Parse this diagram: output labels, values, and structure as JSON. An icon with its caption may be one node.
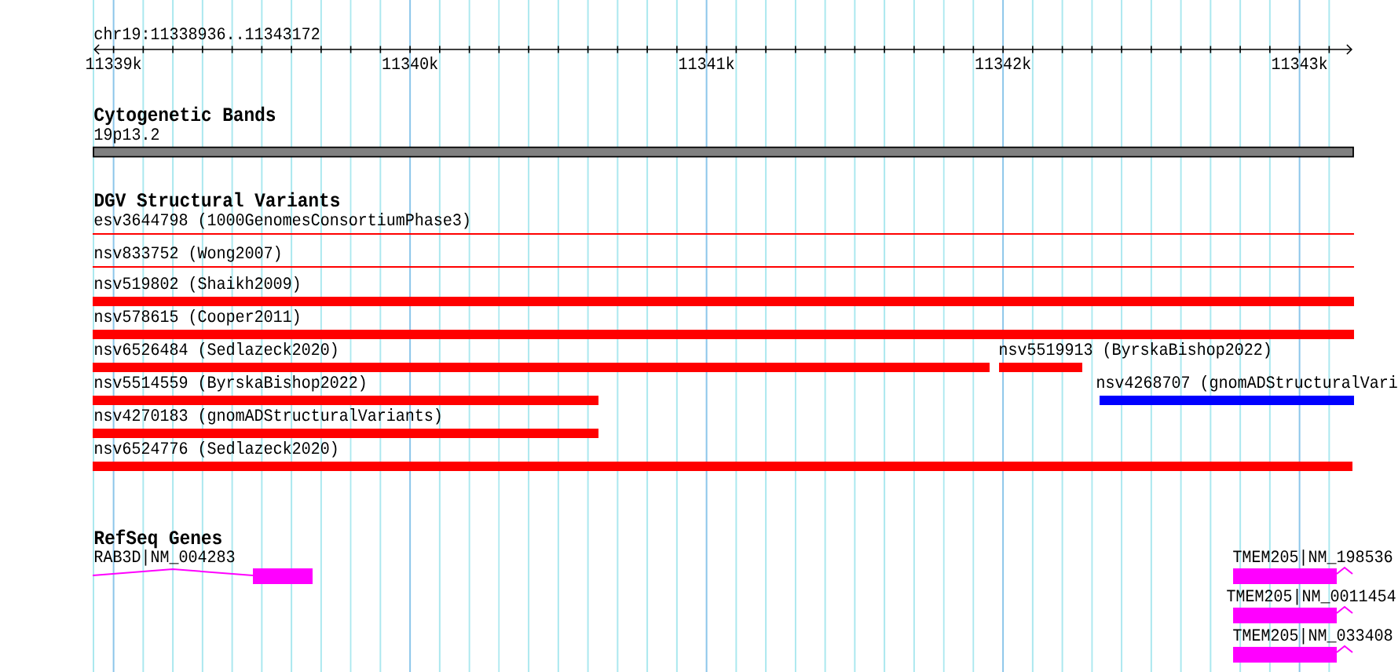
{
  "diagram": {
    "nodes": [
      {
        "text": [
          "19p13.2"
        ]
      },
      {
        "text": [
          "esv3644798 (1000GenomesConsortiumPhase3)"
        ]
      },
      {
        "text": [
          "nsv833752 (Wong2007)"
        ]
      },
      {
        "text": [
          "nsv519802 (Shaikh2009)"
        ]
      },
      {
        "text": [
          "nsv578615 (Cooper2011)"
        ]
      },
      {
        "text": [
          "nsv6526484 (Sedlazeck2020)"
        ]
      },
      {
        "text": [
          "nsv5519913 (ByrskaBishop2022)"
        ]
      },
      {
        "text": [
          "nsv5514559 (ByrskaBishop2022)"
        ]
      },
      {
        "text": [
          "nsv4268707 (gnomADStructuralVari"
        ]
      },
      {
        "text": [
          "nsv4270183 (gnomADStructuralVariants)"
        ]
      },
      {
        "text": [
          "nsv6524776 (Sedlazeck2020)"
        ]
      },
      {
        "text": [
          "RAB3D|NM_004283"
        ]
      },
      {
        "text": [
          "TMEM205|NM_198536"
        ]
      },
      {
        "text": [
          "TMEM205|NM_0011454"
        ]
      },
      {
        "text": [
          "TMEM205|NM_033408"
        ]
      }
    ],
    "labels": [
      "chr19:11338936..11343172",
      "11339k",
      "11340k",
      "11341k",
      "11342k",
      "11343k",
      "Cytogenetic Bands",
      "DGV Structural Variants",
      "RefSeq Genes"
    ]
  }
}
